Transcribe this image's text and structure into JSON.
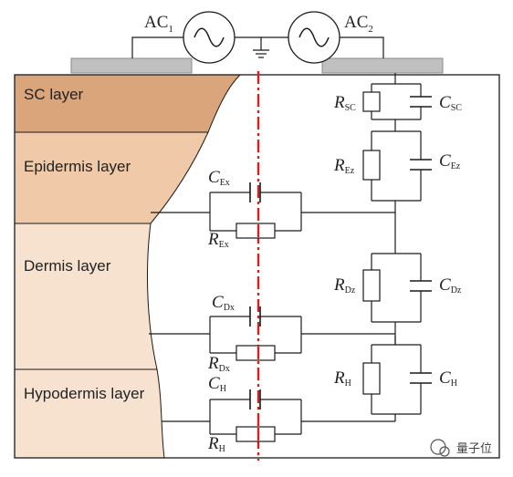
{
  "sources": [
    {
      "id": "ac1",
      "label": "AC",
      "sub": "1"
    },
    {
      "id": "ac2",
      "label": "AC",
      "sub": "2"
    }
  ],
  "layers": [
    {
      "id": "sc",
      "label": "SC layer",
      "color": "#dba57c"
    },
    {
      "id": "epidermis",
      "label": "Epidermis layer",
      "color": "#efc9a8"
    },
    {
      "id": "dermis",
      "label": "Dermis layer",
      "color": "#f7e1cf"
    },
    {
      "id": "hypodermis",
      "label": "Hypodermis layer",
      "color": "#f7e1cf"
    }
  ],
  "components": {
    "r_sc": {
      "symbol": "R",
      "sub": "SC"
    },
    "c_sc": {
      "symbol": "C",
      "sub": "SC"
    },
    "r_ez": {
      "symbol": "R",
      "sub": "Ez"
    },
    "c_ez": {
      "symbol": "C",
      "sub": "Ez"
    },
    "r_dz": {
      "symbol": "R",
      "sub": "Dz"
    },
    "c_dz": {
      "symbol": "C",
      "sub": "Dz"
    },
    "r_h_series": {
      "symbol": "R",
      "sub": "H"
    },
    "c_h_series": {
      "symbol": "C",
      "sub": "H"
    },
    "c_ex": {
      "symbol": "C",
      "sub": "Ex"
    },
    "r_ex": {
      "symbol": "R",
      "sub": "Ex"
    },
    "c_dx": {
      "symbol": "C",
      "sub": "Dx"
    },
    "r_dx": {
      "symbol": "R",
      "sub": "Dx"
    },
    "c_hx": {
      "symbol": "C",
      "sub": "H"
    },
    "r_hx": {
      "symbol": "R",
      "sub": "H"
    }
  },
  "colors": {
    "wire": "#1a1a1a",
    "electrode": "#c0c0c0",
    "symmetry_line": "#d42020",
    "border": "#1a1a1a"
  },
  "watermark": "量子位"
}
